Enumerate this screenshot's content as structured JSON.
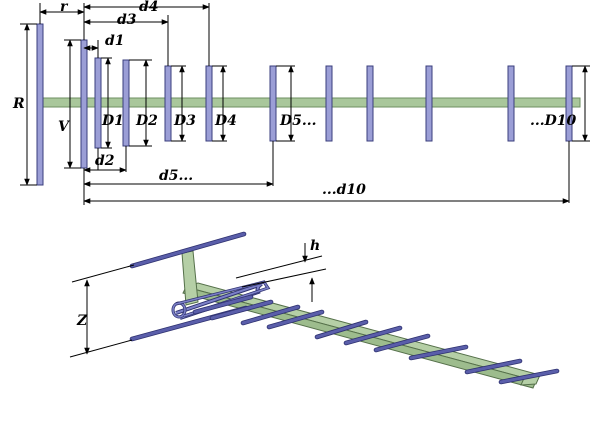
{
  "labels": {
    "R": "R",
    "r": "r",
    "V": "V",
    "d1": "d1",
    "d2": "d2",
    "d3": "d3",
    "d4": "d4",
    "d5": "d5...",
    "d10": "...d10",
    "D1": "D1",
    "D2": "D2",
    "D3": "D3",
    "D4": "D4",
    "D5": "D5...",
    "D10": "...D10",
    "h": "h",
    "Z": "Z"
  },
  "colors": {
    "boom": "#a9c79b",
    "element": "#9b9ed6",
    "element_outline": "#3a3e7c"
  }
}
